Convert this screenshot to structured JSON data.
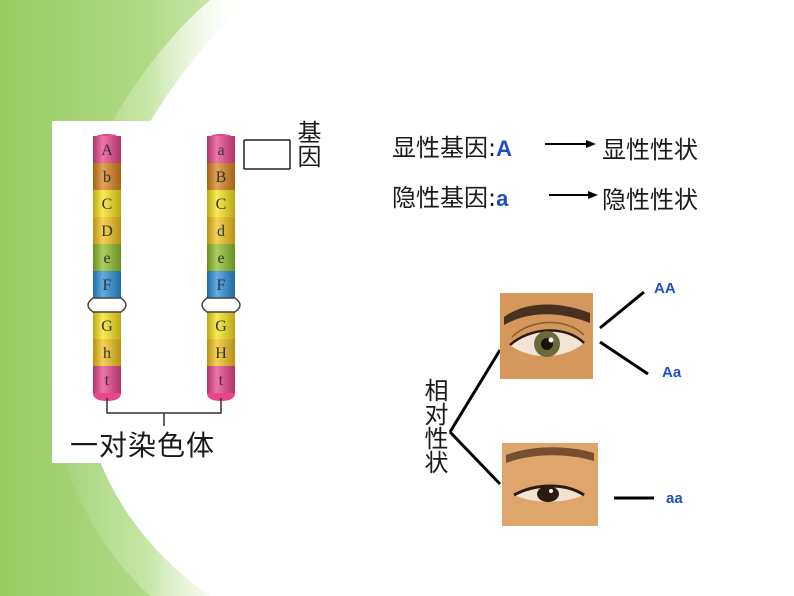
{
  "colors": {
    "gene_blue": "#1f4fc0",
    "background_green": "#9fcf6a",
    "band_colors": [
      "#e8458c",
      "#d8841c",
      "#f7e21a",
      "#f2c21c",
      "#8fbe2c",
      "#2b8fd9",
      "#b58fd0",
      "#f7e21a",
      "#f2c21c",
      "#e8458c"
    ]
  },
  "chromosome_pair": {
    "left_genes": [
      "A",
      "b",
      "C",
      "D",
      "e",
      "F",
      "G",
      "h",
      "t"
    ],
    "right_genes": [
      "a",
      "B",
      "C",
      "d",
      "e",
      "F",
      "G",
      "H",
      "t"
    ],
    "gene_label": "基因",
    "pair_label": "一对染色体"
  },
  "dominance": {
    "dominant_gene_label": "显性基因:",
    "dominant_gene_symbol": "A",
    "dominant_trait": "显性性状",
    "recessive_gene_label": "隐性基因:",
    "recessive_gene_symbol": "a",
    "recessive_trait": "隐性性状"
  },
  "traits": {
    "relative_trait_label": "相对性状",
    "eye_images": [
      "double-eyelid-eye",
      "single-eyelid-eye"
    ],
    "genotypes": [
      "AA",
      "Aa",
      "aa"
    ]
  }
}
